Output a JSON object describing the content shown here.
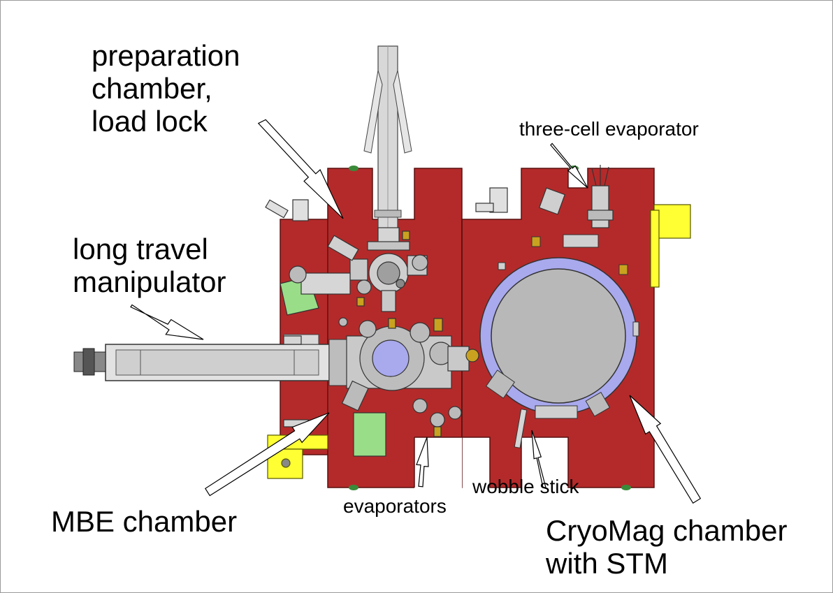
{
  "labels": {
    "prep_line1": "preparation",
    "prep_line2": "chamber,",
    "prep_line3": "load lock",
    "three_cell": "three-cell evaporator",
    "long_line1": "long travel",
    "long_line2": "manipulator",
    "mbe": "MBE chamber",
    "evaporators": "evaporators",
    "wobble": "wobble stick",
    "cryo_line1": "CryoMag chamber",
    "cryo_line2": "with STM"
  },
  "colors": {
    "frame": "#b42a2a",
    "frame_edge": "#5a1010",
    "cryostat_ring": "#a9a9ee",
    "cryostat_inner": "#b8b8b8",
    "mbe_port": "#a9a9ee",
    "cabinet_green": "#99dd88",
    "support_yellow": "#ffff33",
    "foot_green": "#3a8a3a",
    "metal": "#c8c8c8",
    "metal_dark": "#555555"
  },
  "icons": {
    "arrow": "hollow-pointer-arrow"
  }
}
